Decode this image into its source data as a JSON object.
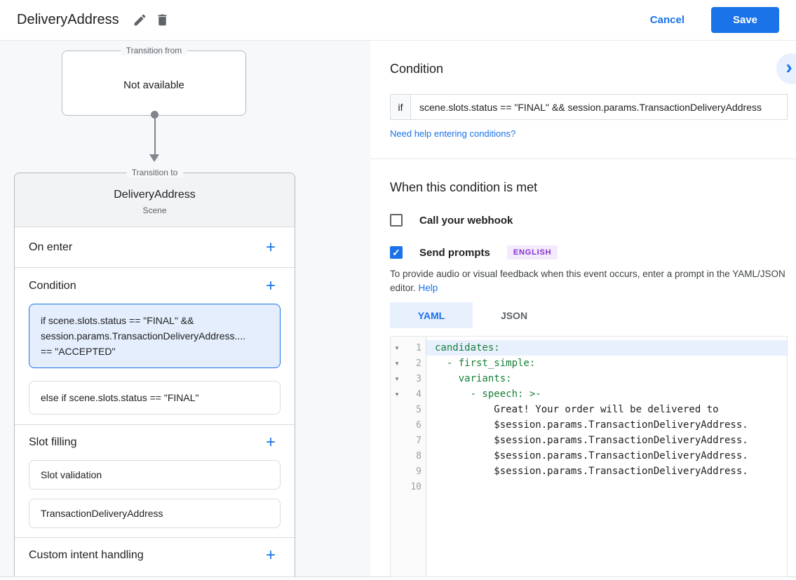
{
  "header": {
    "title": "DeliveryAddress",
    "cancel_label": "Cancel",
    "save_label": "Save"
  },
  "icons": {
    "add": "+",
    "chevron_right": "›",
    "fold": "▾",
    "check": "✓"
  },
  "colors": {
    "accent_blue": "#1a73e8",
    "selected_card_bg": "#e4eefc",
    "yaml_key_green": "#188038",
    "badge_purple": "#8430ce",
    "badge_bg": "#f4eafb",
    "panel_bg": "#f6f8fa"
  },
  "flow": {
    "transition_from": {
      "label": "Transition from",
      "value": "Not available"
    },
    "scene_card": {
      "label": "Transition to",
      "name": "DeliveryAddress",
      "type": "Scene",
      "sections": {
        "on_enter": "On enter",
        "condition": "Condition",
        "slot_filling": "Slot filling",
        "custom_intent": "Custom intent handling"
      },
      "conditions": [
        {
          "selected": true,
          "lines": [
            "if scene.slots.status == \"FINAL\" &&",
            "session.params.TransactionDeliveryAddress....",
            "== \"ACCEPTED\""
          ]
        },
        {
          "selected": false,
          "lines": [
            "else if scene.slots.status == \"FINAL\""
          ]
        }
      ],
      "slots": [
        "Slot validation",
        "TransactionDeliveryAddress"
      ]
    }
  },
  "condition_panel": {
    "title": "Condition",
    "if_label": "if",
    "if_value": "scene.slots.status == \"FINAL\" && session.params.TransactionDeliveryAddress",
    "help_link": "Need help entering conditions?",
    "met_title": "When this condition is met",
    "webhook_label": "Call your webhook",
    "prompts_label": "Send prompts",
    "language_badge": "ENGLISH",
    "hint_line1": "To provide audio or visual feedback when this event occurs, enter a prompt in the YAML/JSON",
    "hint_line2": "editor. ",
    "hint_help_link": "Help",
    "tabs": [
      {
        "label": "YAML",
        "active": true
      },
      {
        "label": "JSON",
        "active": false
      }
    ]
  },
  "editor": {
    "lines": [
      {
        "num": "1",
        "text": "candidates:",
        "tone": "key",
        "fold": true,
        "highlight": true
      },
      {
        "num": "2",
        "text": "  - first_simple:",
        "tone": "key",
        "fold": true,
        "highlight": false
      },
      {
        "num": "3",
        "text": "    variants:",
        "tone": "key",
        "fold": true,
        "highlight": false
      },
      {
        "num": "4",
        "text": "      - speech: >-",
        "tone": "key",
        "fold": true,
        "highlight": false
      },
      {
        "num": "5",
        "text": "          Great! Your order will be delivered to",
        "tone": "plain",
        "fold": false,
        "highlight": false
      },
      {
        "num": "6",
        "text": "          $session.params.TransactionDeliveryAddress.",
        "tone": "plain",
        "fold": false,
        "highlight": false
      },
      {
        "num": "7",
        "text": "          $session.params.TransactionDeliveryAddress.",
        "tone": "plain",
        "fold": false,
        "highlight": false
      },
      {
        "num": "8",
        "text": "          $session.params.TransactionDeliveryAddress.",
        "tone": "plain",
        "fold": false,
        "highlight": false
      },
      {
        "num": "9",
        "text": "          $session.params.TransactionDeliveryAddress.",
        "tone": "plain",
        "fold": false,
        "highlight": false
      },
      {
        "num": "10",
        "text": "",
        "tone": "plain",
        "fold": false,
        "highlight": false
      }
    ]
  }
}
